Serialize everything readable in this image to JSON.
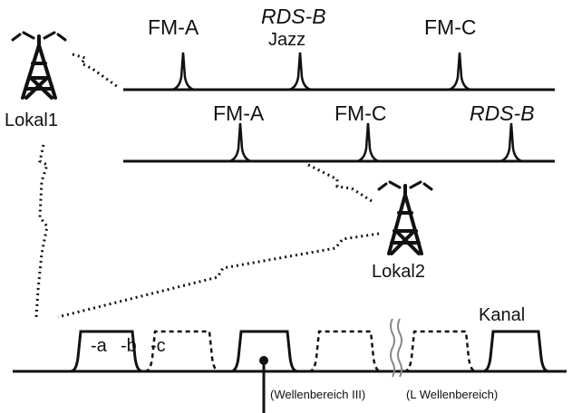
{
  "colors": {
    "ink": "#111111",
    "background": "#ffffff"
  },
  "stations": {
    "lokal1": "Lokal1",
    "lokal2": "Lokal2"
  },
  "spectrum_top": {
    "peak_1": "FM-A",
    "peak_2_name": "RDS-B",
    "peak_2_sub": "Jazz",
    "peak_3": "FM-C"
  },
  "spectrum_middle": {
    "peak_1": "FM-A",
    "peak_2": "FM-C",
    "peak_3": "RDS-B"
  },
  "spectrum_bottom": {
    "channel_a": "-a",
    "channel_b": "-b",
    "channel_c": "-c",
    "channel_label": "Kanal",
    "band_iii": "(Wellenbereich III)",
    "band_l": "(L Wellenbereich)"
  },
  "icons": [
    "antenna-tower-icon",
    "antenna-tower-icon",
    "break-mark-icon"
  ]
}
